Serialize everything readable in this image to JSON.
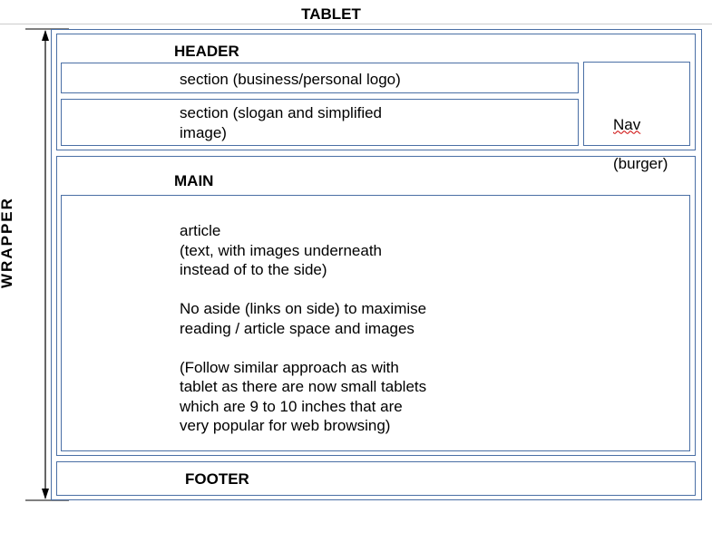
{
  "title": "TABLET",
  "wrapper_label": "WRAPPER",
  "header": {
    "label": "HEADER",
    "section_logo": "section (business/personal logo)",
    "section_slogan": "section (slogan and simplified\nimage)",
    "nav_line1": "Nav",
    "nav_line2": "(burger)"
  },
  "main": {
    "label": "MAIN",
    "article_text": "article\n(text, with images underneath\ninstead of to the side)\n\nNo aside (links on side) to maximise\nreading / article space and images\n\n(Follow similar approach as with\ntablet as there are now small tablets\nwhich are 9 to 10 inches that are\nvery popular for web browsing)"
  },
  "footer": {
    "label": "FOOTER"
  },
  "colors": {
    "box_border": "#4a6fa5",
    "spellcheck_underline": "#cc0000"
  }
}
